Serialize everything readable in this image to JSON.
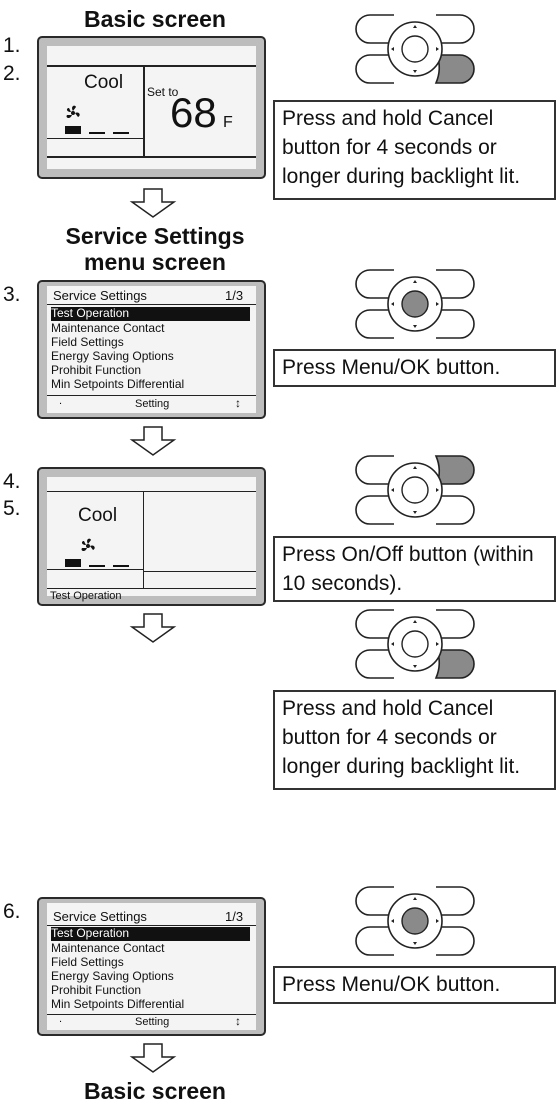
{
  "headings": {
    "basic_screen": "Basic screen",
    "service_settings_line1": "Service Settings",
    "service_settings_line2": "menu screen",
    "basic_screen_end": "Basic screen"
  },
  "step_numbers": [
    "1.",
    "2.",
    "3.",
    "4.",
    "5.",
    "6."
  ],
  "basic_screen": {
    "mode": "Cool",
    "set_to_label": "Set to",
    "temperature": "68",
    "unit": "F"
  },
  "service_menu": {
    "title": "Service Settings",
    "page": "1/3",
    "items": [
      "Test Operation",
      "Maintenance Contact",
      "Field Settings",
      "Energy Saving Options",
      "Prohibit Function",
      "Min Setpoints Differential"
    ],
    "footer_left": ".",
    "footer_center": "Setting",
    "footer_right": "↕"
  },
  "test_screen": {
    "mode": "Cool",
    "status": "Test Operation"
  },
  "instructions": {
    "hold_cancel_1": "Press and hold Cancel button for 4 seconds or longer during backlight lit.",
    "press_menu_ok_1": "Press Menu/OK button.",
    "press_on_off": "Press On/Off button (within 10 seconds).",
    "hold_cancel_2": "Press and hold Cancel button for 4 seconds or longer during backlight lit.",
    "press_menu_ok_2": "Press Menu/OK button."
  },
  "colors": {
    "pressed_button": "#8a8a8a",
    "lcd_frame": "#bdbdbd",
    "lcd_screen": "#f4f4f4"
  }
}
